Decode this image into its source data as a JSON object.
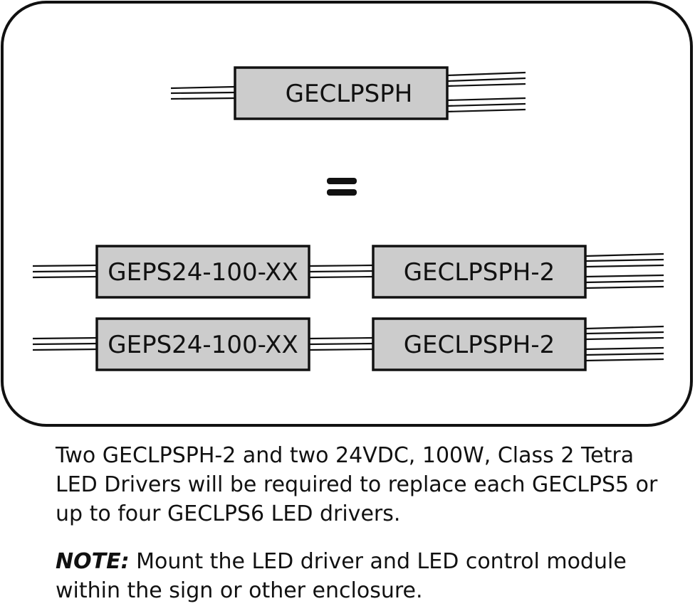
{
  "diagram": {
    "top_device": "GECLPSPH",
    "equals": "=",
    "rows": [
      {
        "driver": "GEPS24-100-XX",
        "module": "GECLPSPH-2"
      },
      {
        "driver": "GEPS24-100-XX",
        "module": "GECLPSPH-2"
      }
    ]
  },
  "caption": {
    "main": "Two GECLPSPH-2 and two 24VDC, 100W, Class 2 Tetra LED Drivers will be required to replace each GECLPS5 or up to four GECLPS6 LED drivers.",
    "note_label": "NOTE:",
    "note_text": " Mount the LED driver and LED control module within the sign or other enclosure."
  }
}
